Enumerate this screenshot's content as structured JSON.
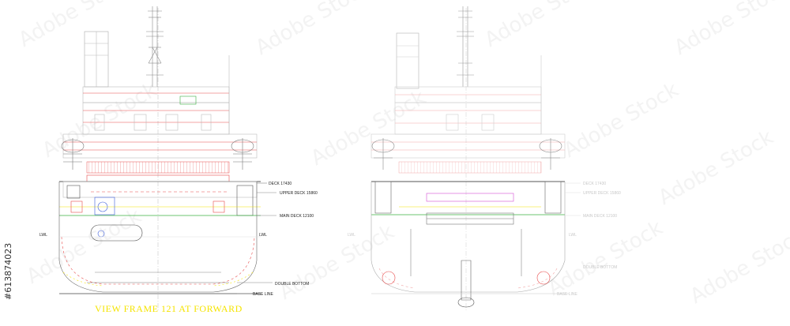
{
  "view_title": "VIEW  FRAME 121 AT FORWARD",
  "left_labels": {
    "deck_1": "DECK 17430",
    "upper_deck": "UPPER DECK 15860",
    "main_deck": "MAIN DECK 12100",
    "double_bottom": "DOUBLE BOTTOM",
    "base_line": "BASE LINE",
    "lwl_left": "LWL",
    "lwl_right": "LWL"
  },
  "right_labels": {
    "deck_1": "DECK 17430",
    "upper_deck": "UPPER DECK 15860",
    "main_deck": "MAIN DECK 12100",
    "lwl_left": "LWL",
    "lwl_right": "LWL",
    "double_bottom": "DOUBLE BOTTOM",
    "base_line": "BASE LINE"
  },
  "watermark_text": "Adobe Stock",
  "stock_id": "#613874023",
  "colors": {
    "line": "#bdbdbd",
    "dark": "#555555",
    "red": "#e84b4b",
    "green": "#3cb043",
    "blue": "#3b5bdb",
    "yellow": "#f5e400",
    "magenta": "#d64fd6"
  }
}
